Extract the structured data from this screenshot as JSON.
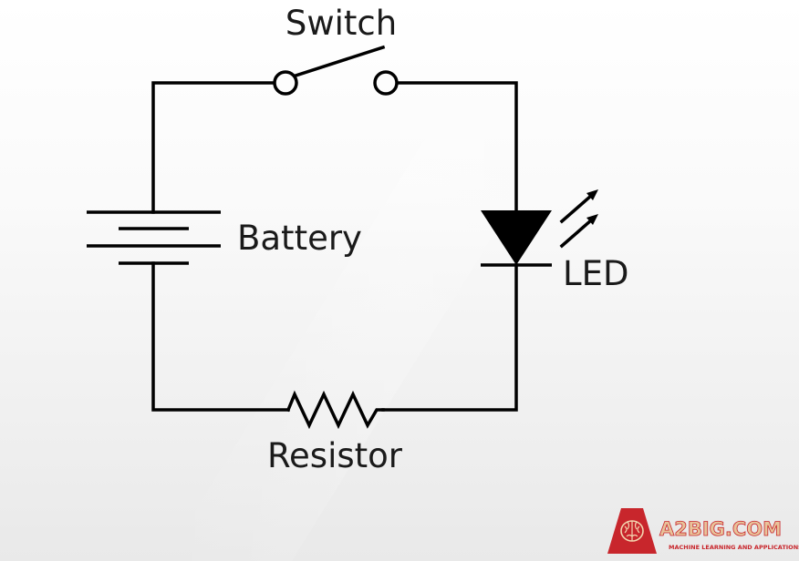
{
  "diagram": {
    "labels": {
      "switch": "Switch",
      "battery": "Battery",
      "led": "LED",
      "resistor": "Resistor"
    }
  },
  "logo": {
    "brand": "A2BIG.COM",
    "tagline": "MACHINE LEARNING AND APPLICATIONS",
    "icon": "brain-icon"
  },
  "colors": {
    "background_top": "#ffffff",
    "background_bottom": "#ebebeb",
    "wire": "#000000",
    "text": "#1a1a1a",
    "logo_red": "#c8262c",
    "logo_text": "#e8c39a"
  }
}
